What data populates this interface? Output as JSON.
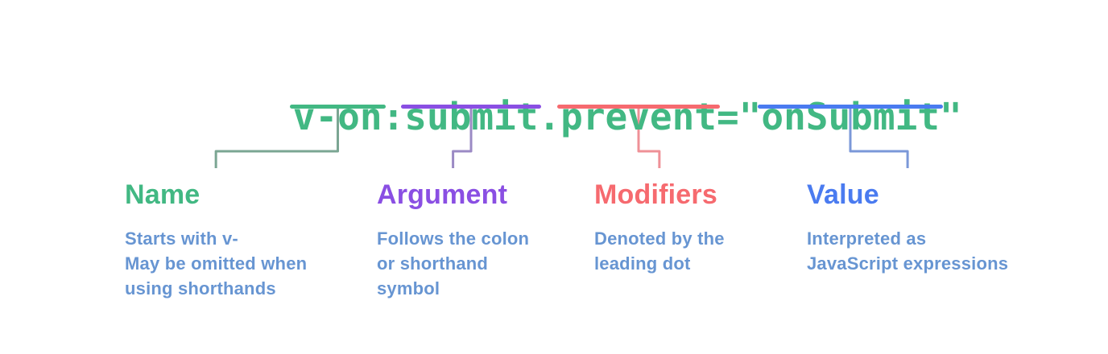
{
  "diagram": {
    "code": {
      "full_text": "v-on:submit.prevent=\"onSubmit\"",
      "segments": [
        {
          "text": "v-on",
          "key": "name"
        },
        {
          "text": ":",
          "key": ""
        },
        {
          "text": "submit",
          "key": "argument"
        },
        {
          "text": ".",
          "key": ""
        },
        {
          "text": "prevent",
          "key": "modifiers"
        },
        {
          "text": "=\"",
          "key": ""
        },
        {
          "text": "onSubmit",
          "key": "value"
        },
        {
          "text": "\"",
          "key": ""
        }
      ]
    },
    "labels": [
      {
        "key": "name",
        "title": "Name",
        "description": "Starts with v-\nMay be omitted when\nusing shorthands"
      },
      {
        "key": "argument",
        "title": "Argument",
        "description": "Follows the colon\nor shorthand\nsymbol"
      },
      {
        "key": "modifiers",
        "title": "Modifiers",
        "description": "Denoted by the\nleading dot"
      },
      {
        "key": "value",
        "title": "Value",
        "description": "Interpreted as\nJavaScript expressions"
      }
    ],
    "colors": {
      "code_text": "#42b883",
      "name": "#42b883",
      "argument": "#8a4fe3",
      "modifiers": "#f66a6f",
      "value": "#4a7bf0",
      "connector_name": "#7ba693",
      "connector_argument": "#9b8ac4",
      "connector_modifiers": "#ef9197",
      "connector_value": "#7b98d8",
      "description_text": "#6795d2"
    }
  }
}
